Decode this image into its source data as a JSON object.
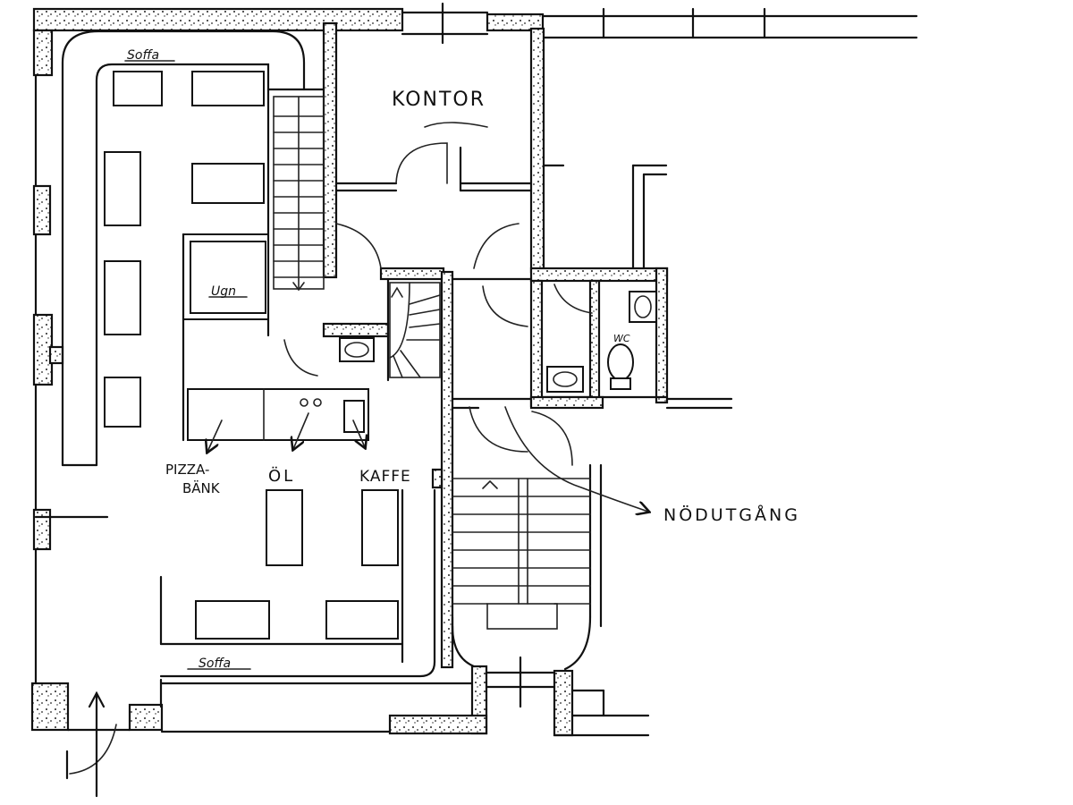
{
  "labels": {
    "kontor": "KONTOR",
    "sofa_top": "Soffa",
    "sofa_bottom": "Soffa",
    "ugn": "Ugn",
    "pizza_line1": "PIZZA-",
    "pizza_line2": "BÄNK",
    "ol": "ÖL",
    "kaffe": "KAFFE",
    "wc": "WC",
    "nodutgang": "NÖDUTGÅNG"
  },
  "colors": {
    "ink": "#111111",
    "paper": "#ffffff"
  }
}
